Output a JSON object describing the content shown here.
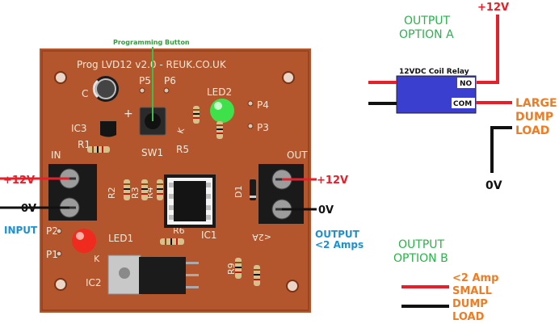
{
  "annotations": {
    "programming_button": "Programming Button",
    "v12_in": "+12V",
    "v0_in": "0V",
    "input": "INPUT",
    "v12_out": "+12V",
    "v0_out": "0V",
    "output": "OUTPUT",
    "output_limit": "<2 Amps"
  },
  "option_a": {
    "title_line1": "OUTPUT",
    "title_line2": "OPTION A",
    "supply": "+12V",
    "relay_label": "12VDC Coil Relay",
    "no": "NO",
    "com": "COM",
    "load_line1": "LARGE",
    "load_line2": "DUMP",
    "load_line3": "LOAD",
    "ground": "0V"
  },
  "option_b": {
    "title_line1": "OUTPUT",
    "title_line2": "OPTION B",
    "load_line1": "<2 Amp",
    "load_line2": "SMALL",
    "load_line3": "DUMP",
    "load_line4": "LOAD"
  },
  "board": {
    "title": "Prog LVD12 v2.0 - REUK.CO.UK",
    "p5": "P5",
    "p6": "P6",
    "led2": "LED2",
    "p4": "P4",
    "p3": "P3",
    "c": "C",
    "ic3": "IC3",
    "r1": "R1",
    "sw1": "SW1",
    "r5": "R5",
    "in": "IN",
    "out": "OUT",
    "r2": "R2",
    "r3": "R3",
    "r4": "R4",
    "d1": "D1",
    "p2": "P2",
    "p1": "P1",
    "led1": "LED1",
    "r6": "R6",
    "ic1": "IC1",
    "ic2": "IC2",
    "r9": "R9",
    "r2a": "<2A",
    "plus": "+",
    "k": "K"
  },
  "colors": {
    "pcb": "#b5562c",
    "pcb_dark": "#8e3c1c",
    "wire_red": "#e5202a",
    "wire_black": "#111111",
    "relay_blue": "#3a3fcf",
    "green_label": "#29b34a",
    "orange_label": "#f07c22",
    "blue_label": "#1e90d0"
  }
}
